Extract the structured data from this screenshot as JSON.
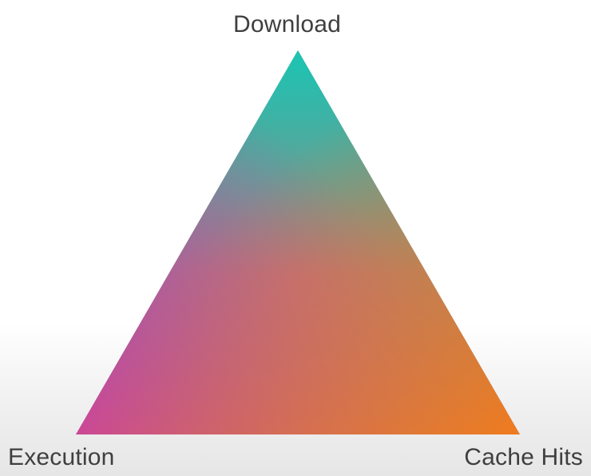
{
  "diagram": {
    "vertices": {
      "top": {
        "label": "Download",
        "color": "#1CC4B3"
      },
      "left": {
        "label": "Execution",
        "color": "#C43AB3"
      },
      "right": {
        "label": "Cache Hits",
        "color": "#F07B1E"
      }
    },
    "center_color": "#B87D72"
  }
}
